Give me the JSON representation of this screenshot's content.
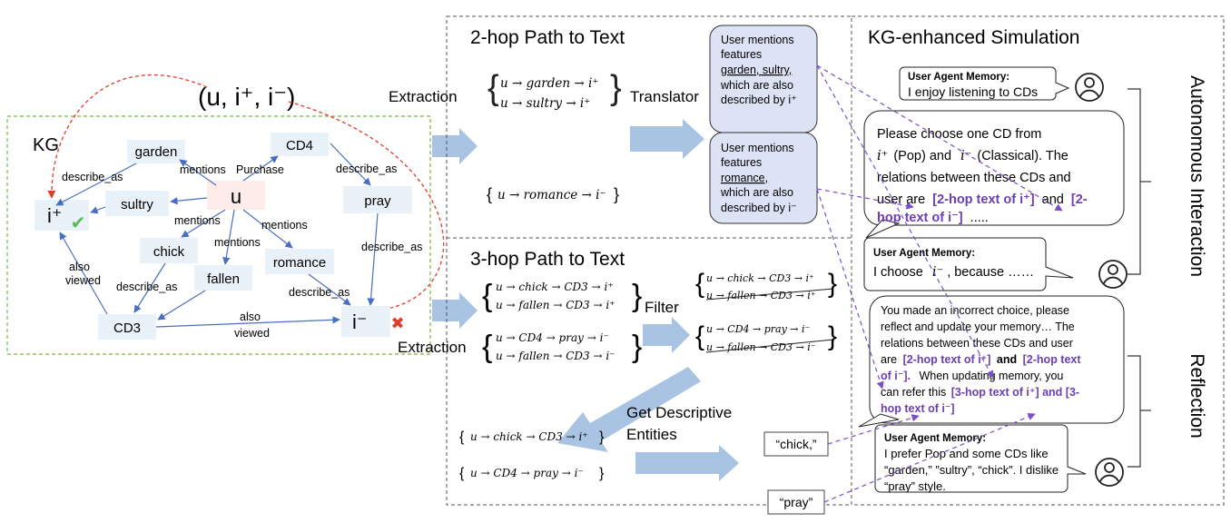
{
  "kg": {
    "title": "KG",
    "tuple": "(u, i⁺, i⁻)",
    "nodes": {
      "garden": "garden",
      "sultry": "sultry",
      "u": "u",
      "cd4": "CD4",
      "pray": "pray",
      "chick": "chick",
      "fallen": "fallen",
      "romance": "romance",
      "cd3": "CD3",
      "ipos": "i⁺",
      "ineg": "i⁻"
    },
    "edges": {
      "describe_as_1": "describe_as",
      "mentions_garden": "mentions",
      "purchase": "Purchase",
      "describe_as_2": "describe_as",
      "mentions_chick": "mentions",
      "mentions_fallen": "mentions",
      "mentions_romance": "mentions",
      "describe_as_3": "describe_as",
      "describe_as_4": "describe_as",
      "describe_as_5": "describe_as",
      "also": "also",
      "viewed": "viewed",
      "also2": "also",
      "viewed2": "viewed"
    },
    "correct_mark": "✔",
    "wrong_mark": "✖"
  },
  "twohop": {
    "title": "2-hop Path to Text",
    "extraction": "Extraction",
    "translator": "Translator",
    "path1": "u → garden → i⁺",
    "path2": "u → sultry → i⁺",
    "path3": "u → romance → i⁻",
    "box1": [
      "User mentions",
      "features",
      "garden, sultry,",
      "which are also",
      "described by i⁺"
    ],
    "box2": [
      "User mentions",
      "features",
      "romance,",
      "which are also",
      "described by i⁻"
    ]
  },
  "threehop": {
    "title": "3-hop Path to Text",
    "extraction": "Extraction",
    "filter": "Filter",
    "get": "Get Descriptive",
    "entities": "Entities",
    "p1": "u → chick → CD3 → i⁺",
    "p2": "u → fallen → CD3 → i⁺",
    "p3": "u → CD4 → pray → i⁻",
    "p4": "u → fallen → CD3 → i⁻",
    "r1": "u → chick → CD3 → i⁺",
    "r2": "u → CD4 → pray → i⁻",
    "chip1": "“chick,”",
    "chip2": "“pray”"
  },
  "sim": {
    "title": "KG-enhanced Simulation",
    "autonomous": "Autonomous Interaction",
    "reflection": "Reflection",
    "mem1_title": "User Agent Memory:",
    "mem1_text": "I enjoy listening to CDs",
    "prompt_lines": [
      "Please choose one CD from",
      "(Pop) and",
      "(Classical). The",
      "relations between these CDs and",
      "user are",
      "[2-hop text of i⁺]",
      "and",
      "[2-",
      "hop text of i⁻]",
      "....."
    ],
    "mem2_title": "User Agent Memory:",
    "mem2_a": "I choose",
    "mem2_b": ", because ……",
    "refl_lines": [
      "You made an incorrect choice, please",
      "reflect and update your memory… The",
      "relations between these CDs and user",
      "are",
      "[2-hop text of i⁺]",
      "and",
      "[2-hop text",
      "of i⁻].",
      "When updating memory, you",
      "can refer this",
      "[3-hop text of i⁺] and [3-",
      "hop text of i⁻]"
    ],
    "mem3_title": "User Agent Memory:",
    "mem3_lines": [
      "I prefer Pop and some CDs like",
      "“garden,” ”sultry”, “chick”. I dislike",
      "“pray” style."
    ],
    "ipos": "i⁺",
    "ineg": "i⁻"
  }
}
